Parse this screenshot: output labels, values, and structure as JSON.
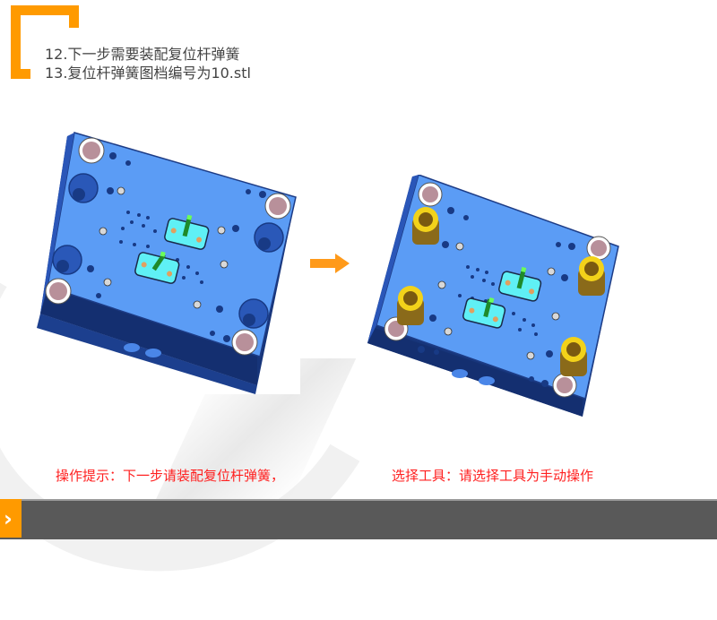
{
  "header": {
    "lines": [
      "12.下一步需要装配复位杆弹簧",
      "13.复位杆弹簧图档编号为10.stl"
    ]
  },
  "images": {
    "before": {
      "label": "mold-plate-before-spring-assembly"
    },
    "after": {
      "label": "mold-plate-after-spring-assembly"
    }
  },
  "hints": {
    "operation_hint": "操作提示：下一步请装配复位杆弹簧，",
    "tool_hint": "选择工具：请选择工具为手动操作"
  },
  "footer": {
    "nav_icon": "›"
  },
  "colors": {
    "accent": "#ff9a00",
    "hint_text": "#ff2020",
    "plate_top": "#5b9cf5",
    "plate_side": "#17357a",
    "footer_bg": "#595959",
    "spring": "#f2d21a"
  }
}
